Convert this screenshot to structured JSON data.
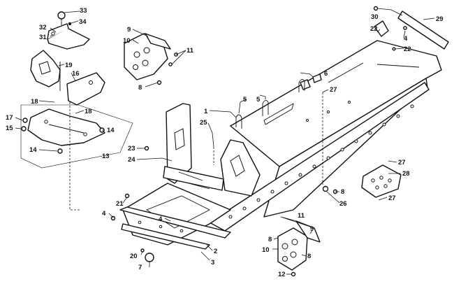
{
  "callouts": {
    "c33": "33",
    "c34": "34",
    "c32": "32",
    "c31": "31",
    "c9a": "9",
    "c10a": "10",
    "c11a": "11",
    "c8a": "8",
    "c30": "30",
    "c29": "29",
    "c22a": "22",
    "c4a": "4",
    "c22b": "22",
    "c19": "19",
    "c16": "16",
    "c18a": "18",
    "c18b": "18",
    "c17": "17",
    "c15": "15",
    "c14a": "14",
    "c14b": "14",
    "c13": "13",
    "c6": "6",
    "c5a": "5",
    "c5b": "5",
    "c27a": "27",
    "c1": "1",
    "c25": "25",
    "c23": "23",
    "c24": "24",
    "c21": "21",
    "c4b": "4",
    "c4c": "4",
    "c20": "20",
    "c7": "7",
    "c2": "2",
    "c3": "3",
    "c27b": "27",
    "c28": "28",
    "c27c": "27",
    "c8b": "8",
    "c26": "26",
    "c11b": "11",
    "c9b": "9",
    "c8c": "8",
    "c10b": "10",
    "c8d": "8",
    "c12": "12"
  }
}
